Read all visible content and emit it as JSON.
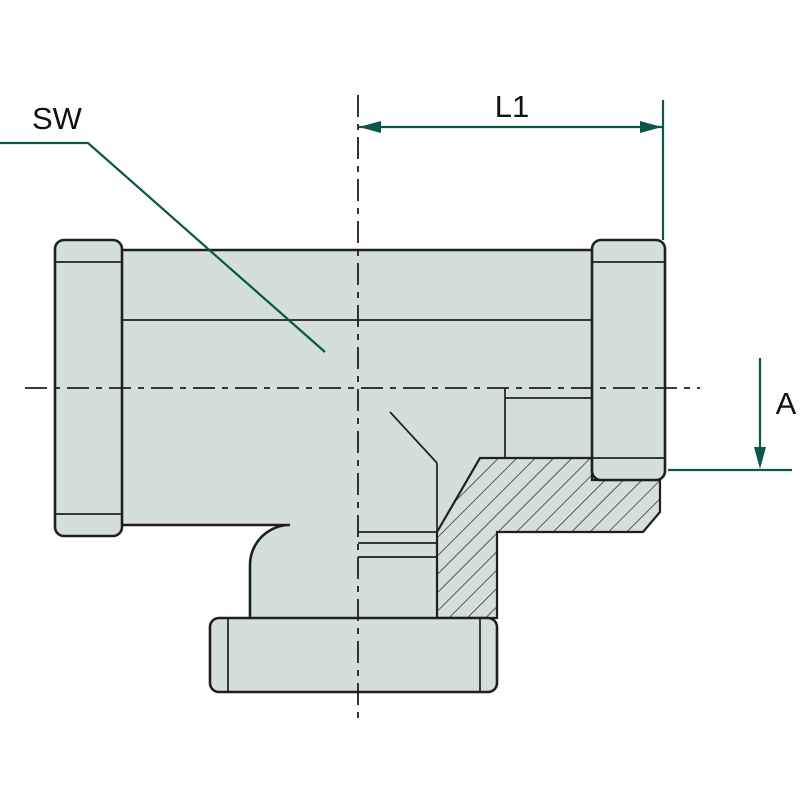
{
  "diagram": {
    "labels": {
      "sw": "SW",
      "l1": "L1",
      "a": "A"
    },
    "colors": {
      "background": "#ffffff",
      "body-fill": "#d5dfda",
      "outline": "#1f1f1f",
      "dimension": "#0d564a",
      "text": "#111111"
    }
  }
}
